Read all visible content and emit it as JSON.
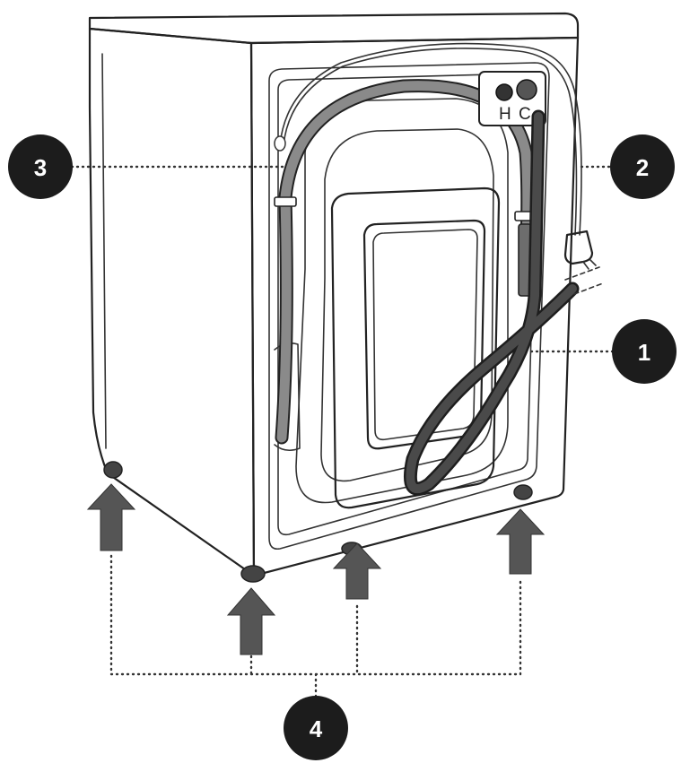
{
  "callouts": {
    "drain_hose": "1",
    "power_cord": "2",
    "water_supply_hose": "3",
    "leveling_feet": "4"
  },
  "valve_labels": {
    "hot": "H",
    "cold": "C"
  },
  "colors": {
    "line": "#222222",
    "callout_fill": "#1c1c1c",
    "arrow_fill": "#555555",
    "hose_fill": "#7a7a7a",
    "drain_hose_fill": "#3a3a3a",
    "foot_fill": "#444444"
  }
}
